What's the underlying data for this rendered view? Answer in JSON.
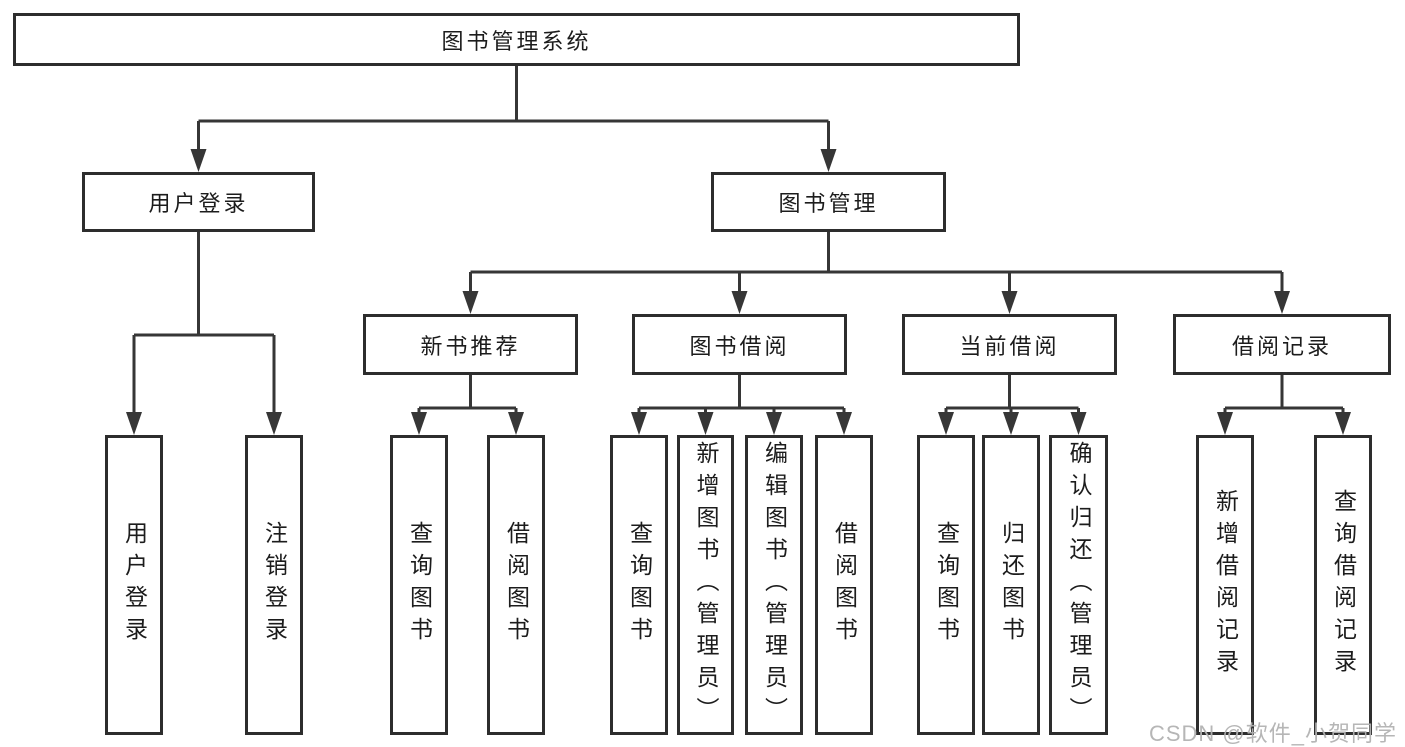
{
  "diagram": {
    "root": {
      "label": "图书管理系统"
    },
    "children": [
      {
        "label": "用户登录",
        "children": [
          {
            "label": "用户登录"
          },
          {
            "label": "注销登录"
          }
        ]
      },
      {
        "label": "图书管理",
        "children": [
          {
            "label": "新书推荐",
            "children": [
              {
                "label": "查询图书"
              },
              {
                "label": "借阅图书"
              }
            ]
          },
          {
            "label": "图书借阅",
            "children": [
              {
                "label": "查询图书"
              },
              {
                "label": "新增图书（管理员）"
              },
              {
                "label": "编辑图书（管理员）"
              },
              {
                "label": "借阅图书"
              }
            ]
          },
          {
            "label": "当前借阅",
            "children": [
              {
                "label": "查询图书"
              },
              {
                "label": "归还图书"
              },
              {
                "label": "确认归还（管理员）"
              }
            ]
          },
          {
            "label": "借阅记录",
            "children": [
              {
                "label": "新增借阅记录"
              },
              {
                "label": "查询借阅记录"
              }
            ]
          }
        ]
      }
    ]
  },
  "watermark": {
    "text": "CSDN @软件_小贺同学"
  },
  "colors": {
    "border": "#2d2d2d",
    "line": "#363636",
    "text": "#1c1c1c",
    "watermark": "#b2b2b2",
    "background": "#ffffff"
  }
}
